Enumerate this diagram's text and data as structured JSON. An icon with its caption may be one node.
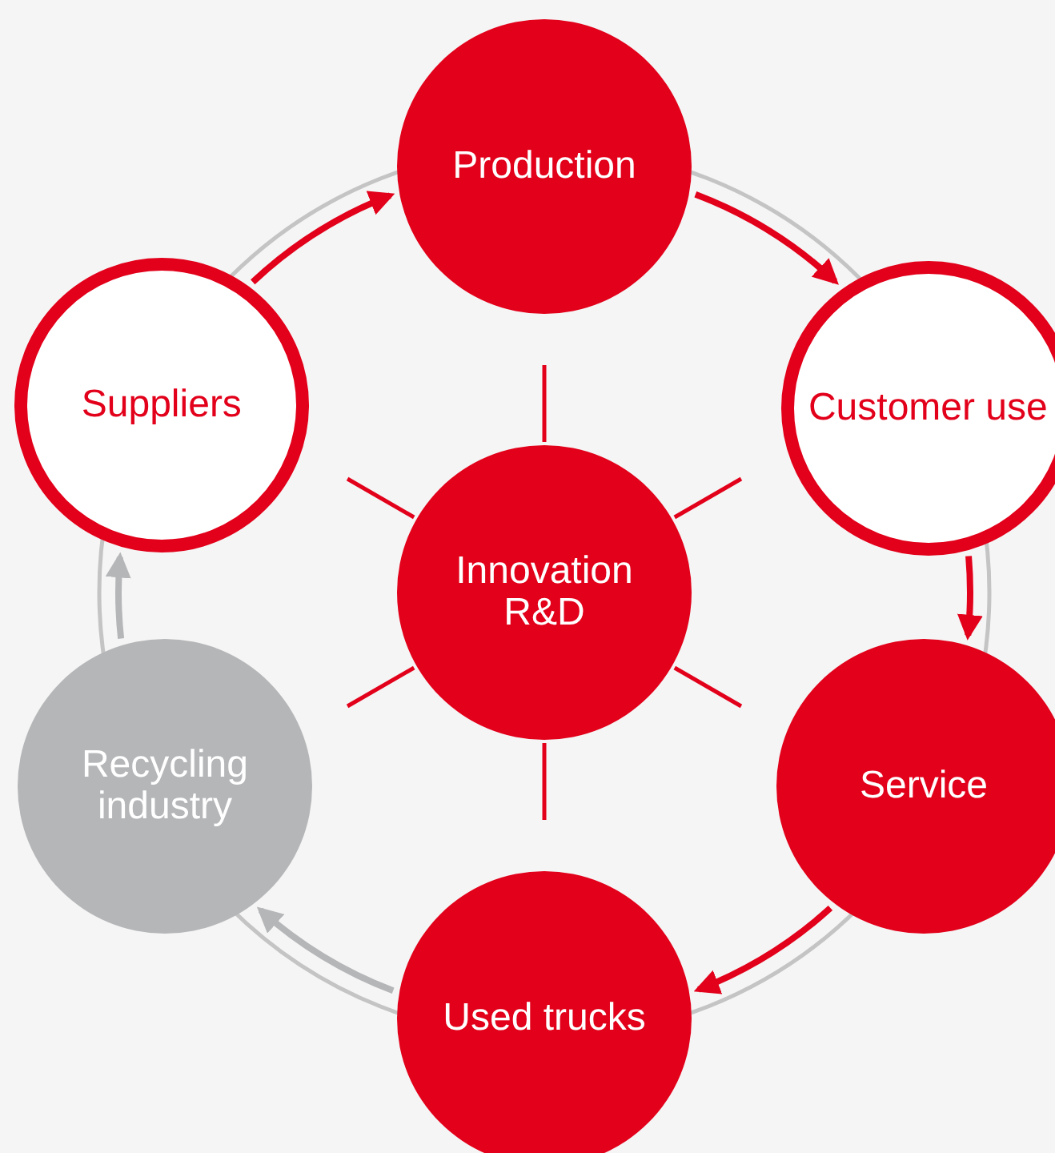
{
  "diagram": {
    "nodes": [
      {
        "text": [
          "Production"
        ]
      },
      {
        "text": [
          "Customer use"
        ]
      },
      {
        "text": [
          "Service"
        ]
      },
      {
        "text": [
          "Used trucks"
        ]
      },
      {
        "text": [
          "Recycling industry"
        ]
      },
      {
        "text": [
          "Suppliers"
        ]
      },
      {
        "text": [
          "Innovation R&D"
        ]
      }
    ],
    "edges": [
      {
        "from": 5,
        "to": 0,
        "arrow": "to"
      },
      {
        "from": 0,
        "to": 1,
        "arrow": "to"
      },
      {
        "from": 1,
        "to": 2,
        "arrow": "to"
      },
      {
        "from": 2,
        "to": 3,
        "arrow": "to"
      },
      {
        "from": 3,
        "to": 4,
        "arrow": "to",
        "color": "#b5b6b8"
      },
      {
        "from": 4,
        "to": 5,
        "arrow": "to",
        "color": "#b5b6b8"
      }
    ]
  }
}
